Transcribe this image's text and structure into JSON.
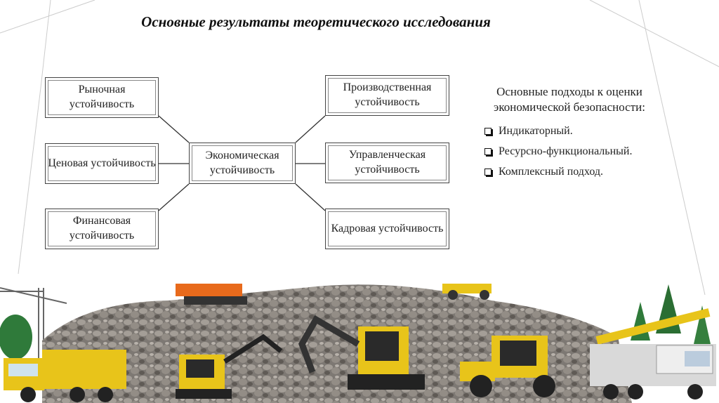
{
  "title": "Основные результаты теоретического исследования",
  "center_node": "Экономическая устойчивость",
  "left_nodes": [
    "Рыночная устойчивость",
    "Ценовая устойчивость",
    "Финансовая устойчивость"
  ],
  "right_nodes": [
    "Производственная устойчивость",
    "Управленческая устойчивость",
    "Кадровая устойчивость"
  ],
  "approaches": {
    "heading": "Основные подходы к оценки экономической безопасности:",
    "items": [
      "Индикаторный.",
      "Ресурсно-функциональный.",
      "Комплексный подход."
    ]
  },
  "colors": {
    "machine_yellow": "#e8c41a",
    "machine_orange": "#e86a1c",
    "rubble": "#8a8580",
    "tree_green": "#2f7a3a"
  }
}
